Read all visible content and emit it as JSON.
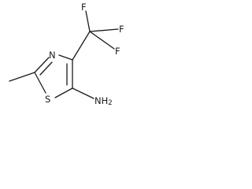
{
  "structure": {
    "atoms": {
      "N": "N",
      "S": "S",
      "NH2": "NH",
      "NH2_subscript": "2",
      "F_top": "F",
      "F_right": "F",
      "F_bottom": "F"
    }
  }
}
